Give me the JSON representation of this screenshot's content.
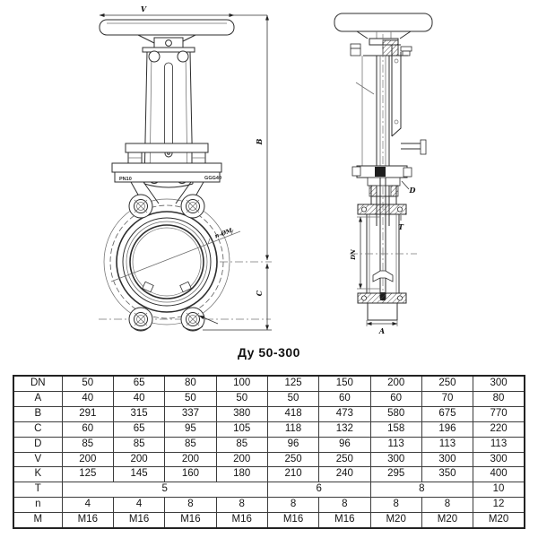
{
  "caption": "Ду 50-300",
  "ink_color": "#2d2d2d",
  "drawing": {
    "front": {
      "dim_v": "V",
      "dim_b": "B",
      "dim_c": "C",
      "marking_left": "PN10",
      "marking_right": "GGG40",
      "bolt_holes_label": "n-ØM"
    },
    "side": {
      "dim_d": "D",
      "dim_t": "T",
      "dim_dn": "DN",
      "dim_a": "A"
    }
  },
  "table": {
    "rows": [
      {
        "label": "DN",
        "cells": [
          {
            "t": "50"
          },
          {
            "t": "65"
          },
          {
            "t": "80"
          },
          {
            "t": "100"
          },
          {
            "t": "125"
          },
          {
            "t": "150"
          },
          {
            "t": "200"
          },
          {
            "t": "250"
          },
          {
            "t": "300"
          }
        ]
      },
      {
        "label": "A",
        "cells": [
          {
            "t": "40"
          },
          {
            "t": "40"
          },
          {
            "t": "50"
          },
          {
            "t": "50"
          },
          {
            "t": "50"
          },
          {
            "t": "60"
          },
          {
            "t": "60"
          },
          {
            "t": "70"
          },
          {
            "t": "80"
          }
        ]
      },
      {
        "label": "B",
        "cells": [
          {
            "t": "291"
          },
          {
            "t": "315"
          },
          {
            "t": "337"
          },
          {
            "t": "380"
          },
          {
            "t": "418"
          },
          {
            "t": "473"
          },
          {
            "t": "580"
          },
          {
            "t": "675"
          },
          {
            "t": "770"
          }
        ]
      },
      {
        "label": "C",
        "cells": [
          {
            "t": "60"
          },
          {
            "t": "65"
          },
          {
            "t": "95"
          },
          {
            "t": "105"
          },
          {
            "t": "118"
          },
          {
            "t": "132"
          },
          {
            "t": "158"
          },
          {
            "t": "196"
          },
          {
            "t": "220"
          }
        ]
      },
      {
        "label": "D",
        "cells": [
          {
            "t": "85"
          },
          {
            "t": "85"
          },
          {
            "t": "85"
          },
          {
            "t": "85"
          },
          {
            "t": "96"
          },
          {
            "t": "96"
          },
          {
            "t": "113"
          },
          {
            "t": "113"
          },
          {
            "t": "113"
          }
        ]
      },
      {
        "label": "V",
        "cells": [
          {
            "t": "200"
          },
          {
            "t": "200"
          },
          {
            "t": "200"
          },
          {
            "t": "200"
          },
          {
            "t": "250"
          },
          {
            "t": "250"
          },
          {
            "t": "300"
          },
          {
            "t": "300"
          },
          {
            "t": "300"
          }
        ]
      },
      {
        "label": "K",
        "cells": [
          {
            "t": "125"
          },
          {
            "t": "145"
          },
          {
            "t": "160"
          },
          {
            "t": "180"
          },
          {
            "t": "210"
          },
          {
            "t": "240"
          },
          {
            "t": "295"
          },
          {
            "t": "350"
          },
          {
            "t": "400"
          }
        ]
      },
      {
        "label": "T",
        "cells": [
          {
            "t": "5",
            "span": 4
          },
          {
            "t": "6",
            "span": 2
          },
          {
            "t": "8",
            "span": 2
          },
          {
            "t": "10"
          }
        ]
      },
      {
        "label": "n",
        "cells": [
          {
            "t": "4"
          },
          {
            "t": "4"
          },
          {
            "t": "8"
          },
          {
            "t": "8"
          },
          {
            "t": "8"
          },
          {
            "t": "8"
          },
          {
            "t": "8"
          },
          {
            "t": "8"
          },
          {
            "t": "12"
          }
        ]
      },
      {
        "label": "M",
        "cells": [
          {
            "t": "M16"
          },
          {
            "t": "M16"
          },
          {
            "t": "M16"
          },
          {
            "t": "M16"
          },
          {
            "t": "M16"
          },
          {
            "t": "M16"
          },
          {
            "t": "M20"
          },
          {
            "t": "M20"
          },
          {
            "t": "M20"
          }
        ]
      }
    ]
  }
}
